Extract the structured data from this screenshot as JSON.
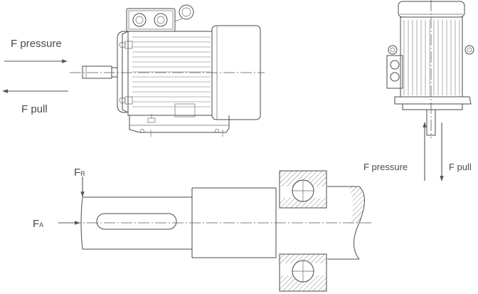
{
  "labels": {
    "side_pressure": "F pressure",
    "side_pull": "F pull",
    "top_pressure": "F pressure",
    "top_pull": "F pull",
    "radial_main": "F",
    "radial_sub": "R",
    "axial_main": "F",
    "axial_sub": "A"
  }
}
